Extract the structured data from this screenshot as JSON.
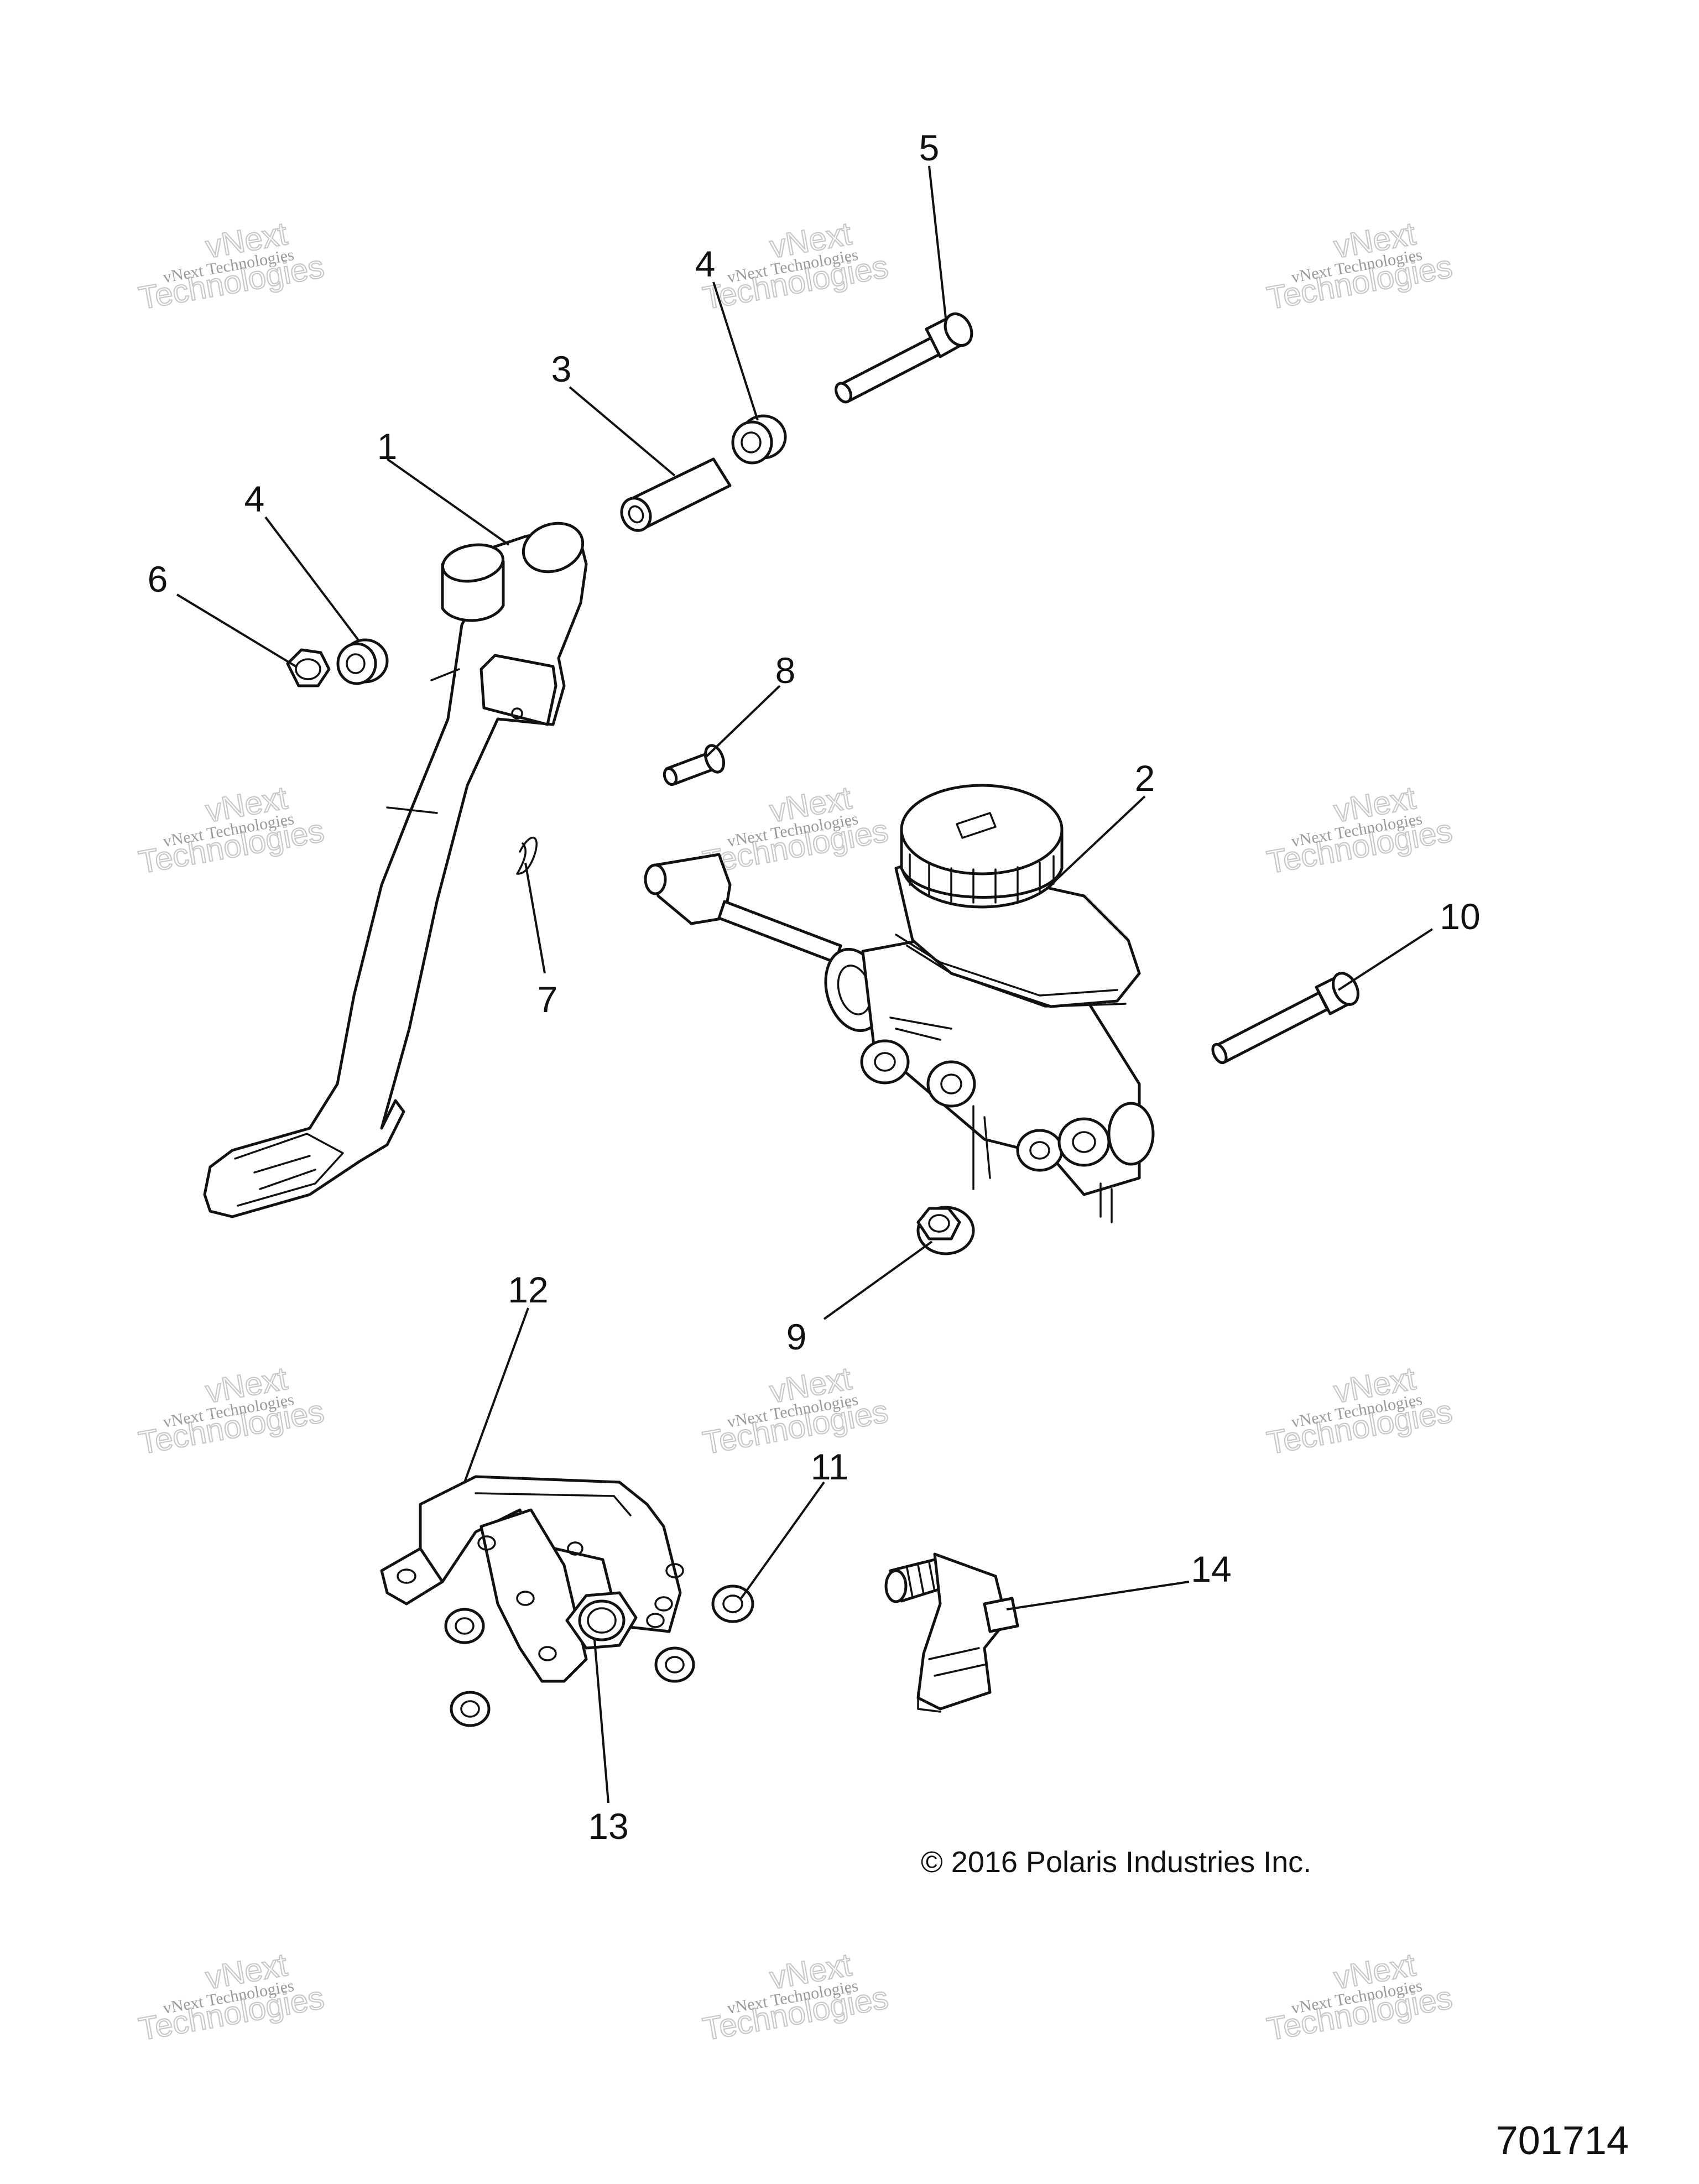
{
  "callouts": [
    {
      "id": "1",
      "text": "1"
    },
    {
      "id": "2",
      "text": "2"
    },
    {
      "id": "3",
      "text": "3"
    },
    {
      "id": "4a",
      "text": "4"
    },
    {
      "id": "4b",
      "text": "4"
    },
    {
      "id": "5",
      "text": "5"
    },
    {
      "id": "6",
      "text": "6"
    },
    {
      "id": "7",
      "text": "7"
    },
    {
      "id": "8",
      "text": "8"
    },
    {
      "id": "9",
      "text": "9"
    },
    {
      "id": "10",
      "text": "10"
    },
    {
      "id": "11",
      "text": "11"
    },
    {
      "id": "12",
      "text": "12"
    },
    {
      "id": "13",
      "text": "13"
    },
    {
      "id": "14",
      "text": "14"
    }
  ],
  "watermark": {
    "line1": "vNext Technologies",
    "line2": "vNext",
    "line3": "Technologies"
  },
  "copyright": "© 2016 Polaris Industries Inc.",
  "document_number": "701714"
}
